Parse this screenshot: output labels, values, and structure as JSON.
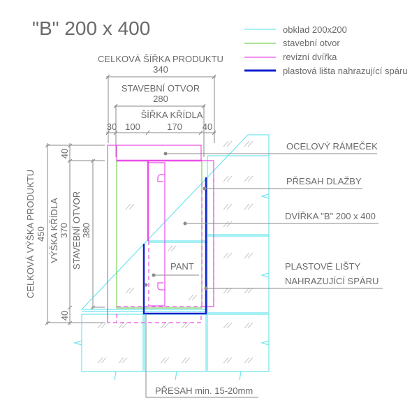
{
  "title": "\"B\" 200 x 400",
  "legend": [
    {
      "label": "obklad 200x200",
      "color": "#6fe6ee"
    },
    {
      "label": "stavební otvor",
      "color": "#7ccf5a"
    },
    {
      "label": "revizní dvířka",
      "color": "#ea4fe6"
    },
    {
      "label": "plastová lišta nahrazující spáru",
      "color": "#1020d0"
    }
  ],
  "dimensions": {
    "total_width_label": "CELKOVÁ ŠÍŘKA PRODUKTU",
    "total_width_value": "340",
    "opening_width_label": "STAVEBNÍ OTVOR",
    "opening_width_value": "280",
    "leaf_width_label": "ŠÍŘKA KŘÍDLA",
    "segments": [
      "30",
      "100",
      "170",
      "40"
    ],
    "total_height_label": "CELKOVÁ VÝŠKA PRODUKTU",
    "total_height_value": "450",
    "leaf_height_label": "VÝŠKA KŘÍDLA",
    "leaf_height_value": "370",
    "opening_height_label": "STAVEBNÍ OTVOR",
    "opening_height_value": "380",
    "top_offset": "40",
    "bottom_offset": "40"
  },
  "callouts": {
    "frame": "OCELOVÝ RÁMEČEK",
    "tile_overlap": "PŘESAH DLAŽBY",
    "door": "DVÍŘKA \"B\" 200 x 400",
    "strips_line1": "PLASTOVÉ LIŠTY",
    "strips_line2": "NAHRAZUJÍCÍ SPÁRU",
    "hinge": "PANT",
    "overlap_min": "PŘESAH min. 15-20mm"
  }
}
